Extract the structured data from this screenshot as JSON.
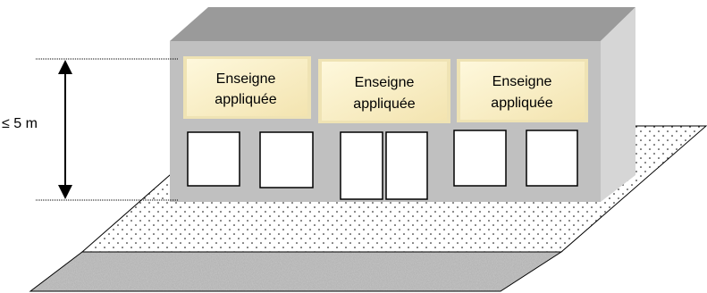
{
  "height_label": "≤ 5 m",
  "signs": [
    {
      "line1": "Enseigne",
      "line2": "appliquée"
    },
    {
      "line1": "Enseigne",
      "line2": "appliquée"
    },
    {
      "line1": "Enseigne",
      "line2": "appliquée"
    }
  ],
  "colors": {
    "building_front": "#c0c0c0",
    "building_top": "#969696",
    "building_side": "#dcdcdc",
    "sign_fill": "#fdf3cc",
    "sign_edge": "#e8d9a0",
    "ground_dots": "#000000",
    "road_fill": "#a8a8a8"
  },
  "icons": [
    "double-arrow-icon"
  ]
}
